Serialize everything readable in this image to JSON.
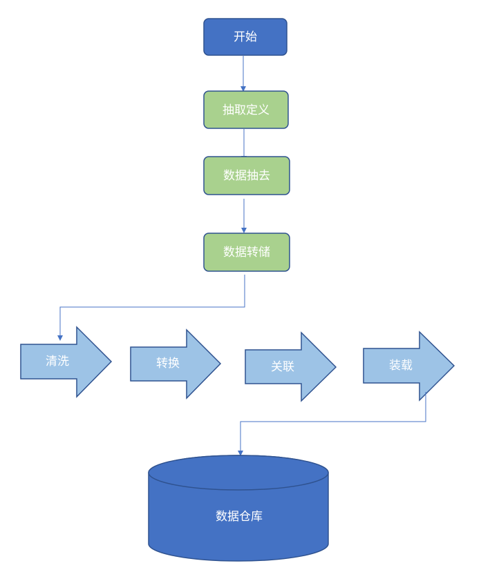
{
  "colors": {
    "blue_fill": "#4472C4",
    "blue_stroke": "#2F528F",
    "green_fill": "#A9D18E",
    "light_blue_fill": "#9DC3E6",
    "connector": "#4472C4",
    "text": "#FFFFFF"
  },
  "nodes": {
    "start": "开始",
    "extract_define": "抽取定义",
    "data_extract": "数据抽去",
    "data_store": "数据转储",
    "warehouse": "数据仓库"
  },
  "steps": {
    "clean": "清洗",
    "transform": "转换",
    "associate": "关联",
    "load": "装载"
  }
}
